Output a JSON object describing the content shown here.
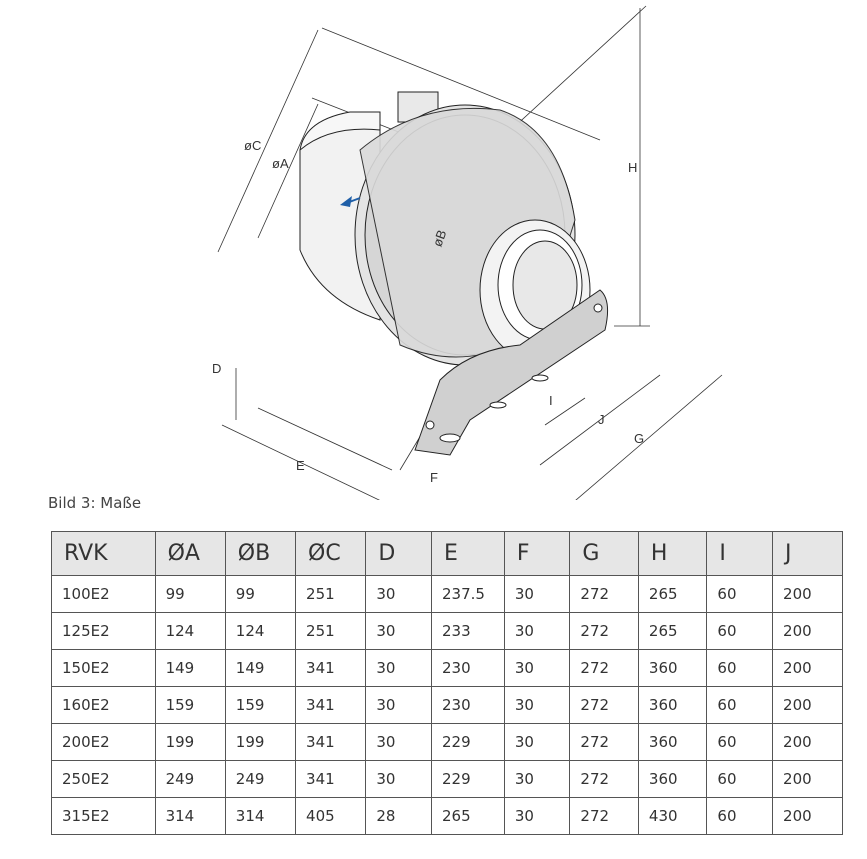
{
  "caption": "Bild 3: Maße",
  "drawing": {
    "labels": {
      "oc": "øC",
      "oa": "øA",
      "ob": "øB",
      "h": "H",
      "d": "D",
      "e": "E",
      "f": "F",
      "g": "G",
      "i": "I",
      "j": "J"
    },
    "arrow_color": "#1f5fa8"
  },
  "table": {
    "headers": [
      "RVK",
      "ØA",
      "ØB",
      "ØC",
      "D",
      "E",
      "F",
      "G",
      "H",
      "I",
      "J"
    ],
    "rows": [
      [
        "100E2",
        "99",
        "99",
        "251",
        "30",
        "237.5",
        "30",
        "272",
        "265",
        "60",
        "200"
      ],
      [
        "125E2",
        "124",
        "124",
        "251",
        "30",
        "233",
        "30",
        "272",
        "265",
        "60",
        "200"
      ],
      [
        "150E2",
        "149",
        "149",
        "341",
        "30",
        "230",
        "30",
        "272",
        "360",
        "60",
        "200"
      ],
      [
        "160E2",
        "159",
        "159",
        "341",
        "30",
        "230",
        "30",
        "272",
        "360",
        "60",
        "200"
      ],
      [
        "200E2",
        "199",
        "199",
        "341",
        "30",
        "229",
        "30",
        "272",
        "360",
        "60",
        "200"
      ],
      [
        "250E2",
        "249",
        "249",
        "341",
        "30",
        "229",
        "30",
        "272",
        "360",
        "60",
        "200"
      ],
      [
        "315E2",
        "314",
        "314",
        "405",
        "28",
        "265",
        "30",
        "272",
        "430",
        "60",
        "200"
      ]
    ]
  }
}
